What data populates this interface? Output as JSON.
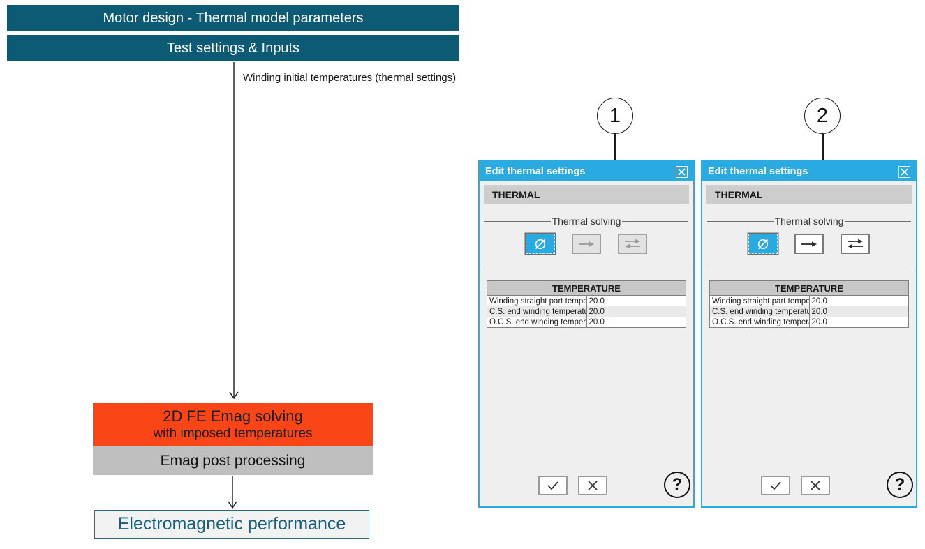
{
  "flow": {
    "banner1": "Motor design - Thermal model parameters",
    "banner2": "Test settings & Inputs",
    "arrow_label": "Winding initial temperatures (thermal settings)",
    "emag_box_line1": "2D FE Emag solving",
    "emag_box_line2": "with imposed temperatures",
    "post_box": "Emag post processing",
    "perf_box": "Electromagnetic performance"
  },
  "callouts": [
    {
      "label": "1"
    },
    {
      "label": "2"
    }
  ],
  "dialogs": [
    {
      "title": "Edit thermal settings",
      "section": "THERMAL",
      "group_label": "Thermal solving",
      "solving_buttons": [
        {
          "icon": "no-thermal-solving-icon",
          "state": "selected"
        },
        {
          "icon": "one-directional-solving-icon",
          "state": "disabled"
        },
        {
          "icon": "bi-directional-solving-icon",
          "state": "disabled"
        }
      ],
      "table": {
        "header": "TEMPERATURE",
        "rows": [
          {
            "label": "Winding straight part temperature (°C)",
            "value": "20.0"
          },
          {
            "label": "C.S. end winding temperature (°C)",
            "value": "20.0"
          },
          {
            "label": "O.C.S. end winding temperature (°C)",
            "value": "20.0"
          }
        ]
      },
      "help_label": "?"
    },
    {
      "title": "Edit thermal settings",
      "section": "THERMAL",
      "group_label": "Thermal solving",
      "solving_buttons": [
        {
          "icon": "no-thermal-solving-icon",
          "state": "selected"
        },
        {
          "icon": "one-directional-solving-icon",
          "state": "enabled"
        },
        {
          "icon": "bi-directional-solving-icon",
          "state": "enabled"
        }
      ],
      "table": {
        "header": "TEMPERATURE",
        "rows": [
          {
            "label": "Winding straight part temperature (°C)",
            "value": "20.0"
          },
          {
            "label": "C.S. end winding temperature (°C)",
            "value": "20.0"
          },
          {
            "label": "O.C.S. end winding temperature (°C)",
            "value": "20.0"
          }
        ]
      },
      "help_label": "?"
    }
  ],
  "colors": {
    "accent_cyan": "#29abe2",
    "banner_teal": "#0c5a74",
    "solver_orange": "#fa4616",
    "post_gray": "#bfbfbf",
    "perf_teal": "#15607e"
  }
}
